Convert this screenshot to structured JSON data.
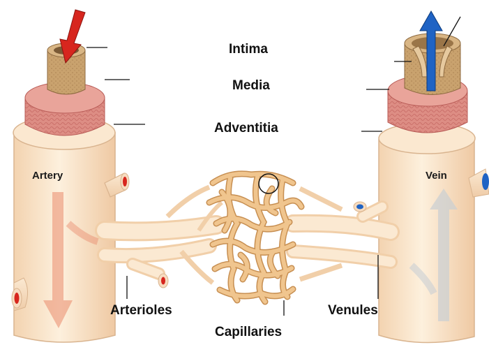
{
  "labels": {
    "intima": "Intima",
    "media": "Media",
    "adventitia": "Adventitia",
    "artery": "Artery",
    "vein": "Vein",
    "arterioles": "Arterioles",
    "capillaries": "Capillaries",
    "venules": "Venules"
  },
  "colors": {
    "tissue": "#f8e2c4",
    "tissue_edge": "#d9b48f",
    "capillary": "#f0c58e",
    "capillary_edge": "#c78f52",
    "intima_tan": "#c9a26e",
    "media_pink": "#dc8880",
    "arterial_red": "#d7261e",
    "venous_blue": "#1f63c4",
    "flow_arrow_red": "#e98a6c",
    "flow_arrow_grey": "#c9cfd3"
  },
  "icons": [
    "arterial-flow-arrow-icon",
    "venous-flow-arrow-icon",
    "valve-icon",
    "magnify-circle-icon"
  ]
}
